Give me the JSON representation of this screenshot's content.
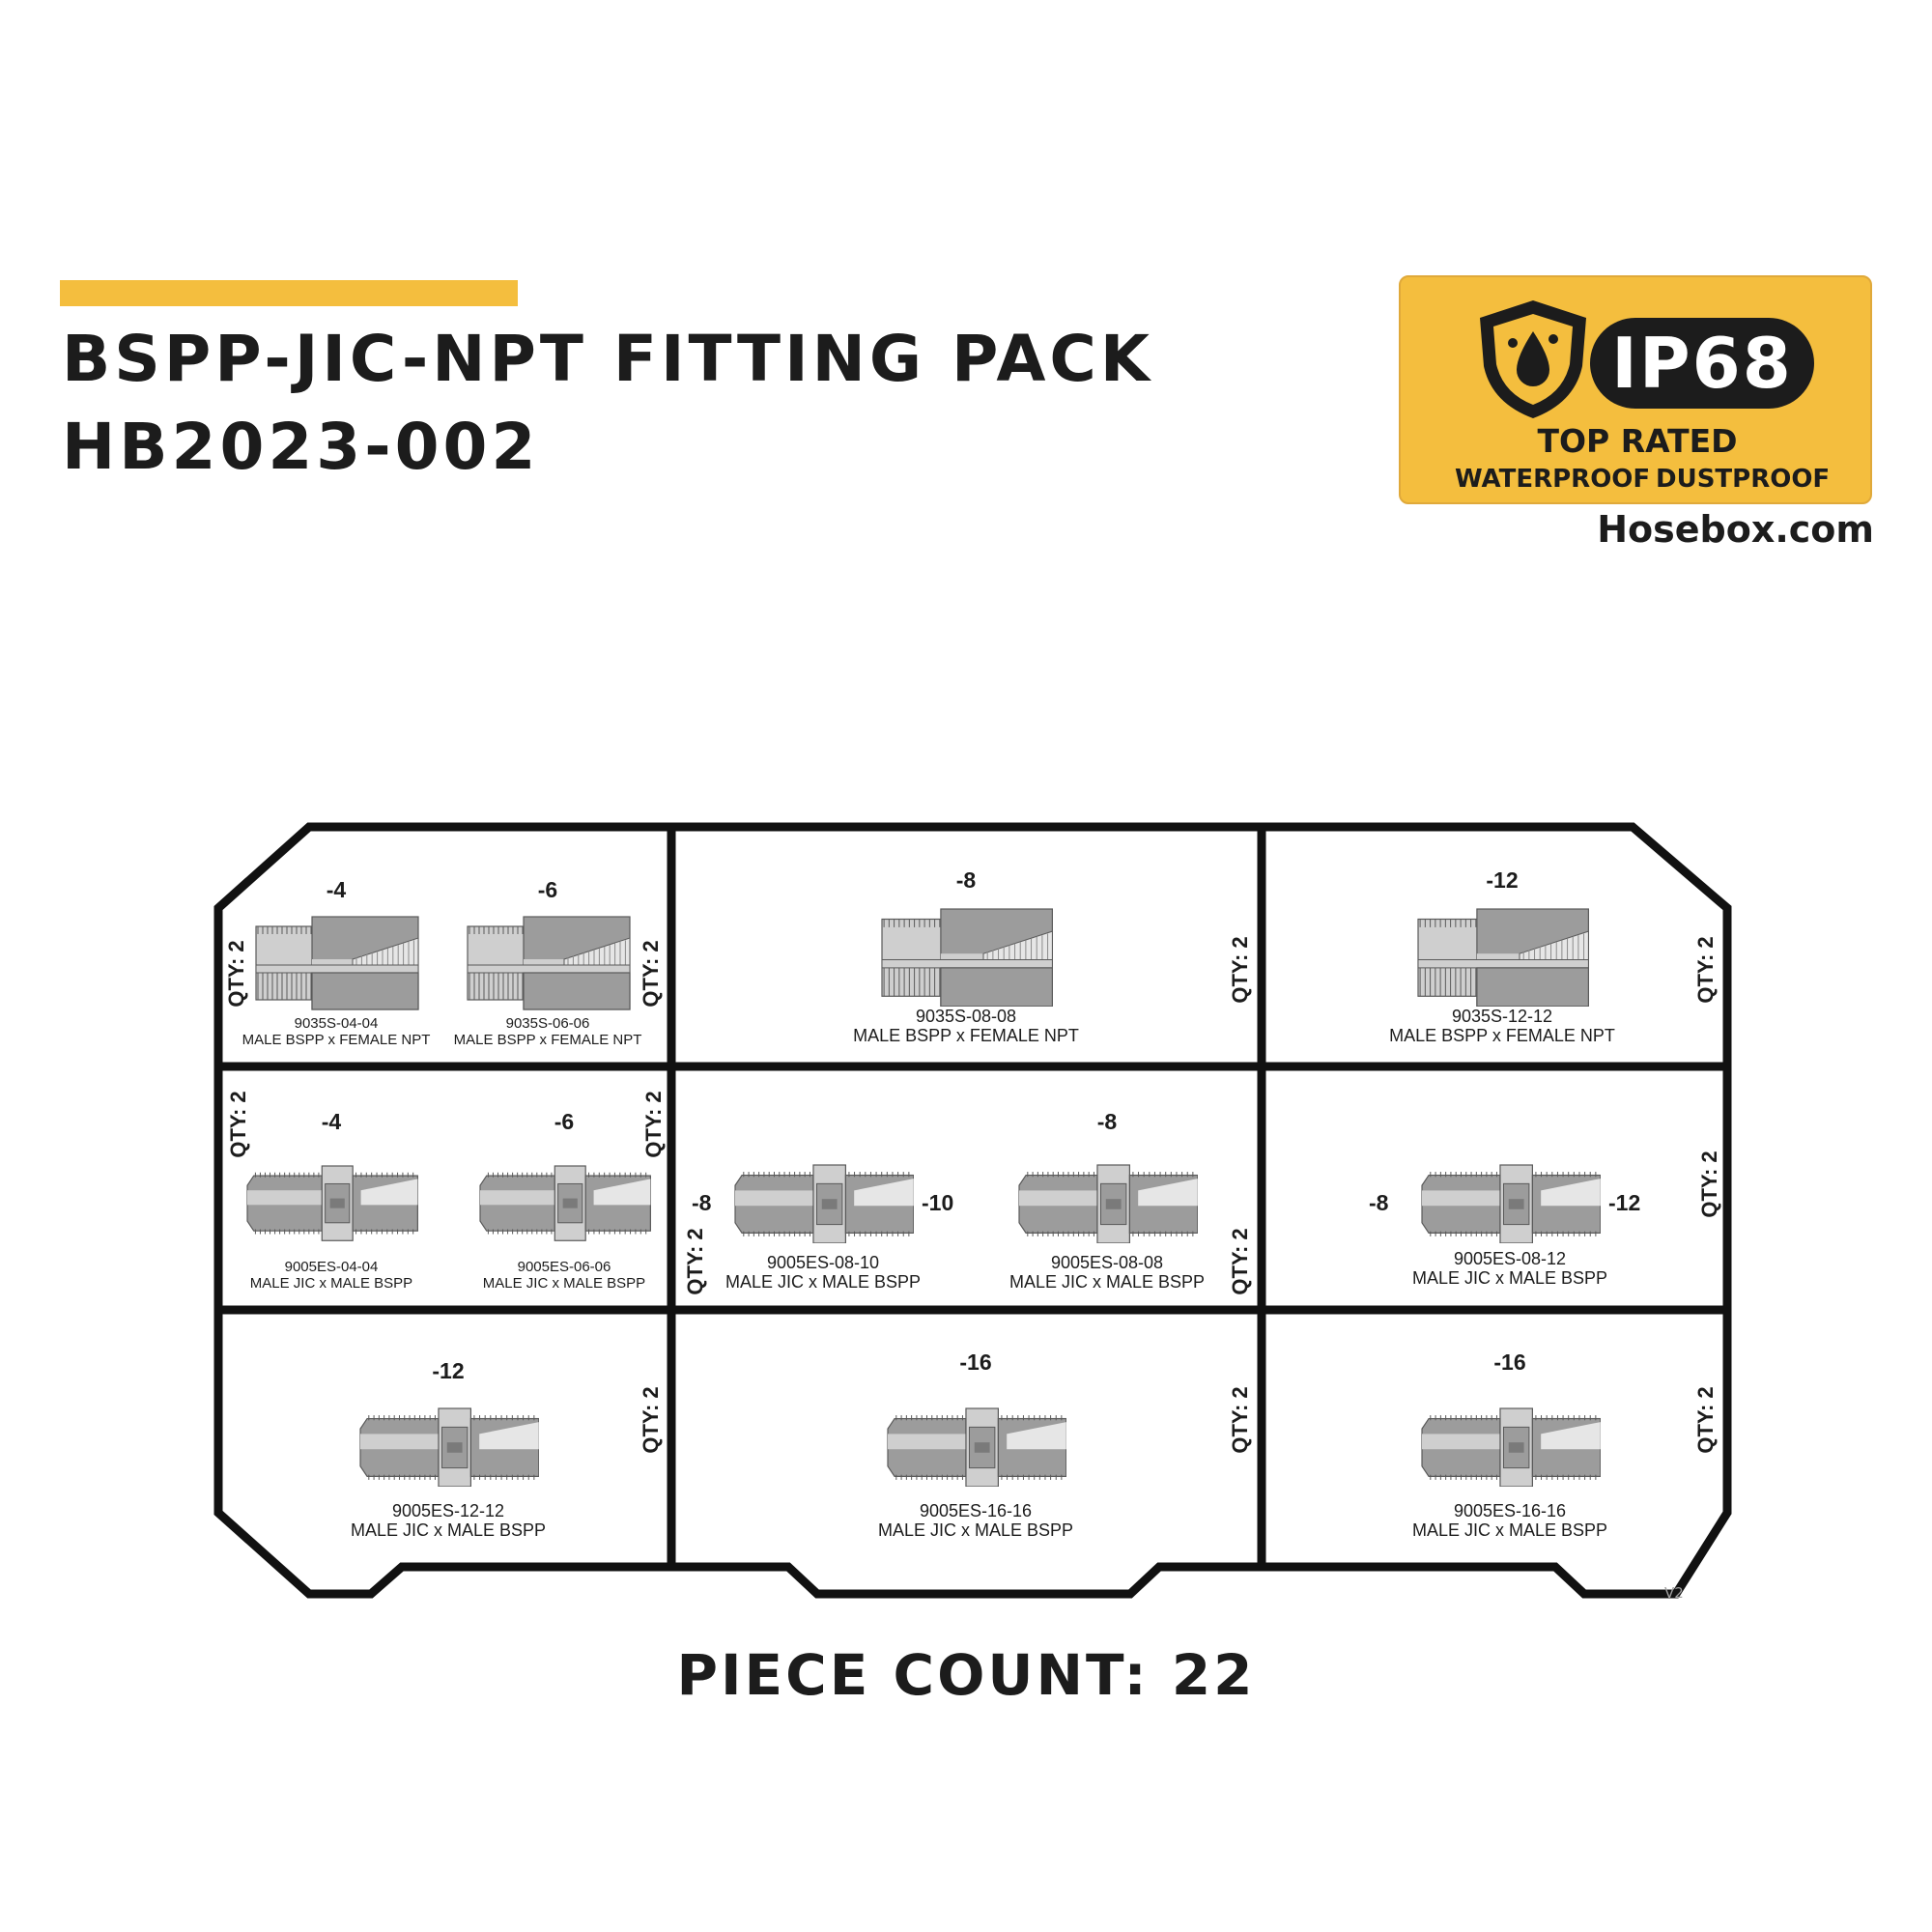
{
  "header": {
    "title_line1": "BSPP-JIC-NPT FITTING PACK",
    "title_line2": "HB2023-002",
    "accent_color": "#f4be3e"
  },
  "badge": {
    "rating": "IP68",
    "top_rated": "TOP RATED",
    "waterproof": "WATERPROOF",
    "dustproof": "DUSTPROOF",
    "site": "Hosebox.com",
    "icon": "shield-water-drop-icon"
  },
  "compartments": [
    {
      "id": "r1c1",
      "qty": "QTY: 2",
      "fittings": [
        {
          "size": "-4",
          "part": "9035S-04-04",
          "desc": "MALE BSPP x FEMALE NPT",
          "type": "adapter"
        },
        {
          "size": "-6",
          "part": "9035S-06-06",
          "desc": "MALE BSPP x FEMALE NPT",
          "type": "adapter"
        }
      ]
    },
    {
      "id": "r1c2",
      "qty": "QTY: 2",
      "fittings": [
        {
          "size": "-8",
          "part": "9035S-08-08",
          "desc": "MALE BSPP x FEMALE NPT",
          "type": "adapter"
        }
      ]
    },
    {
      "id": "r1c3",
      "qty": "QTY: 2",
      "fittings": [
        {
          "size": "-12",
          "part": "9035S-12-12",
          "desc": "MALE BSPP x FEMALE NPT",
          "type": "adapter"
        }
      ]
    },
    {
      "id": "r2c1",
      "qty": "QTY: 2",
      "fittings": [
        {
          "size": "-4",
          "part": "9005ES-04-04",
          "desc": "MALE JIC x MALE BSPP",
          "type": "union"
        },
        {
          "size": "-6",
          "part": "9005ES-06-06",
          "desc": "MALE JIC x MALE BSPP",
          "type": "union"
        }
      ]
    },
    {
      "id": "r2c2",
      "qty": "QTY: 2",
      "fittings": [
        {
          "size_left": "-8",
          "size_right": "-10",
          "part": "9005ES-08-10",
          "desc": "MALE JIC x MALE BSPP",
          "type": "union"
        },
        {
          "size": "-8",
          "part": "9005ES-08-08",
          "desc": "MALE JIC x MALE BSPP",
          "type": "union"
        }
      ]
    },
    {
      "id": "r2c3",
      "qty": "QTY: 2",
      "fittings": [
        {
          "size_left": "-8",
          "size_right": "-12",
          "part": "9005ES-08-12",
          "desc": "MALE JIC x MALE BSPP",
          "type": "union"
        }
      ]
    },
    {
      "id": "r3c1",
      "qty": "QTY: 2",
      "fittings": [
        {
          "size": "-12",
          "part": "9005ES-12-12",
          "desc": "MALE JIC x MALE BSPP",
          "type": "union"
        }
      ]
    },
    {
      "id": "r3c2",
      "qty": "QTY: 2",
      "fittings": [
        {
          "size": "-16",
          "part": "9005ES-16-16",
          "desc": "MALE JIC x MALE BSPP",
          "type": "union"
        }
      ]
    },
    {
      "id": "r3c3",
      "qty": "QTY: 2",
      "fittings": [
        {
          "size": "-16",
          "part": "9005ES-16-16",
          "desc": "MALE JIC x MALE BSPP",
          "type": "union"
        }
      ]
    }
  ],
  "version": "V2",
  "footer": {
    "piece_count": "PIECE COUNT: 22"
  }
}
